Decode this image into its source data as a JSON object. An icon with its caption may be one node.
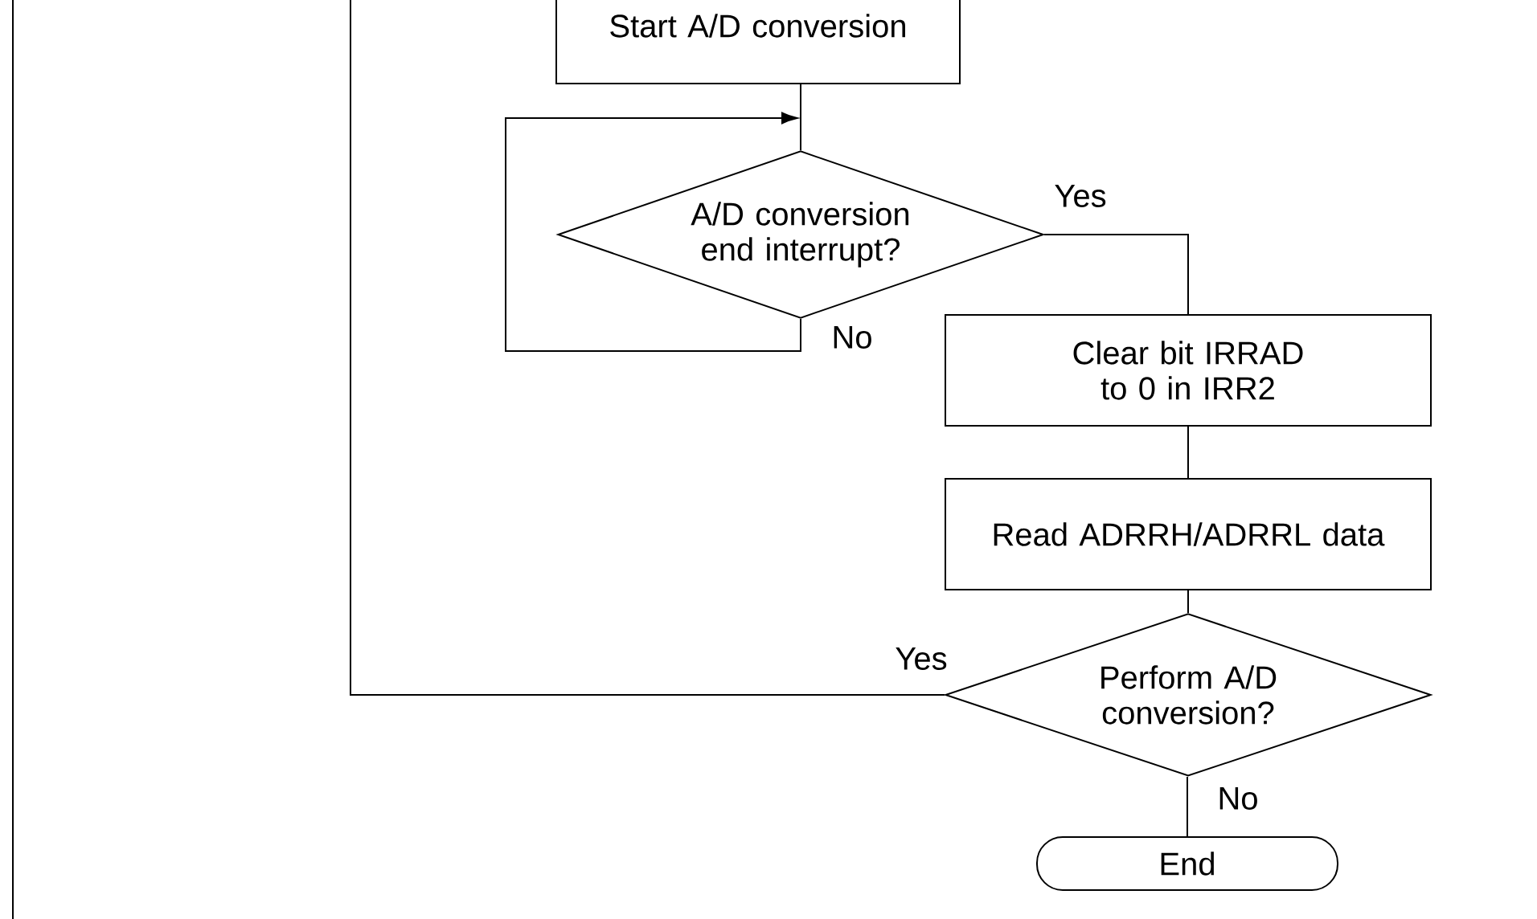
{
  "diagram": {
    "nodes": [
      {
        "text": [
          "Start A/D conversion"
        ]
      },
      {
        "text": [
          "A/D conversion end interrupt?"
        ]
      },
      {
        "text": [
          "Clear bit IRRAD to 0 in IRR2"
        ]
      },
      {
        "text": [
          "Read ADRRH/ADRRL data"
        ]
      },
      {
        "text": [
          "Perform A/D conversion?"
        ]
      },
      {
        "text": [
          "End"
        ]
      }
    ],
    "edges": [
      {
        "from": 0,
        "to": 1,
        "arrow": "none"
      },
      {
        "from": 1,
        "to": 1,
        "arrow": "to",
        "label": "No"
      },
      {
        "from": 1,
        "to": 2,
        "arrow": "none",
        "label": "Yes"
      },
      {
        "from": 2,
        "to": 3,
        "arrow": "none"
      },
      {
        "from": 3,
        "to": 4,
        "arrow": "none"
      },
      {
        "from": 4,
        "to": 5,
        "arrow": "none",
        "label": "No"
      },
      {
        "from": 4,
        "to": null,
        "arrow": "none",
        "label": "Yes"
      }
    ]
  }
}
